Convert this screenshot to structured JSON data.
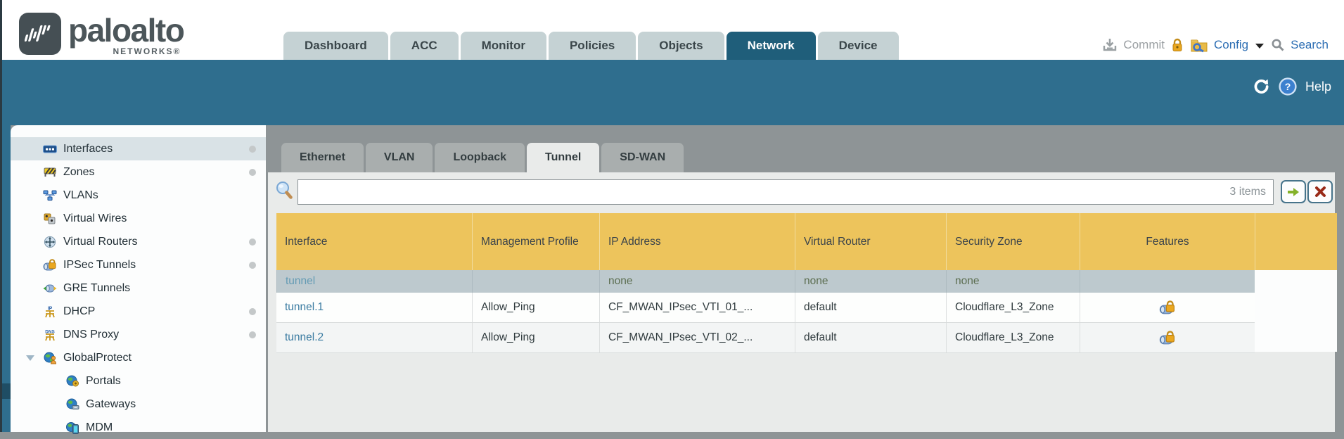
{
  "brand": {
    "name": "paloalto",
    "sub": "NETWORKS®"
  },
  "nav": {
    "tabs": [
      {
        "label": "Dashboard",
        "active": false
      },
      {
        "label": "ACC",
        "active": false
      },
      {
        "label": "Monitor",
        "active": false
      },
      {
        "label": "Policies",
        "active": false
      },
      {
        "label": "Objects",
        "active": false
      },
      {
        "label": "Network",
        "active": true
      },
      {
        "label": "Device",
        "active": false
      }
    ],
    "commit_label": "Commit",
    "config_label": "Config",
    "search_label": "Search"
  },
  "utility": {
    "help_label": "Help"
  },
  "sidebar": {
    "items": [
      {
        "label": "Interfaces",
        "icon": "interfaces-icon",
        "selected": true,
        "dot": true
      },
      {
        "label": "Zones",
        "icon": "zones-icon",
        "dot": true
      },
      {
        "label": "VLANs",
        "icon": "vlans-icon",
        "dot": false
      },
      {
        "label": "Virtual Wires",
        "icon": "virtual-wires-icon",
        "dot": false
      },
      {
        "label": "Virtual Routers",
        "icon": "virtual-routers-icon",
        "dot": true
      },
      {
        "label": "IPSec Tunnels",
        "icon": "ipsec-tunnels-icon",
        "dot": true
      },
      {
        "label": "GRE Tunnels",
        "icon": "gre-tunnels-icon",
        "dot": false
      },
      {
        "label": "DHCP",
        "icon": "dhcp-icon",
        "dot": true
      },
      {
        "label": "DNS Proxy",
        "icon": "dns-proxy-icon",
        "dot": true
      },
      {
        "label": "GlobalProtect",
        "icon": "globalprotect-icon",
        "expanded": true,
        "dot": false
      },
      {
        "label": "Portals",
        "icon": "portals-icon",
        "child": true
      },
      {
        "label": "Gateways",
        "icon": "gateways-icon",
        "child": true
      },
      {
        "label": "MDM",
        "icon": "mdm-icon",
        "child": true
      }
    ]
  },
  "subtabs": [
    {
      "label": "Ethernet",
      "active": false
    },
    {
      "label": "VLAN",
      "active": false
    },
    {
      "label": "Loopback",
      "active": false
    },
    {
      "label": "Tunnel",
      "active": true
    },
    {
      "label": "SD-WAN",
      "active": false
    }
  ],
  "filter": {
    "value": "",
    "count": "3 items"
  },
  "table": {
    "columns": [
      "Interface",
      "Management Profile",
      "IP Address",
      "Virtual Router",
      "Security Zone",
      "Features"
    ],
    "rows": [
      {
        "interface": "tunnel",
        "management_profile": "",
        "ip_address": "none",
        "virtual_router": "none",
        "security_zone": "none",
        "features": "",
        "selected": true
      },
      {
        "interface": "tunnel.1",
        "management_profile": "Allow_Ping",
        "ip_address": "CF_MWAN_IPsec_VTI_01_...",
        "virtual_router": "default",
        "security_zone": "Cloudflare_L3_Zone",
        "features": "ipsec-lock-icon",
        "selected": false
      },
      {
        "interface": "tunnel.2",
        "management_profile": "Allow_Ping",
        "ip_address": "CF_MWAN_IPsec_VTI_02_...",
        "virtual_router": "default",
        "security_zone": "Cloudflare_L3_Zone",
        "features": "ipsec-lock-icon",
        "selected": false
      }
    ]
  },
  "colors": {
    "accent_teal": "#2f6e8e",
    "active_tab": "#1f5e7a",
    "table_header": "#edc45c",
    "selected_row": "#bdc9ce",
    "link": "#3a7ba1",
    "none_text": "#5c6e51"
  }
}
